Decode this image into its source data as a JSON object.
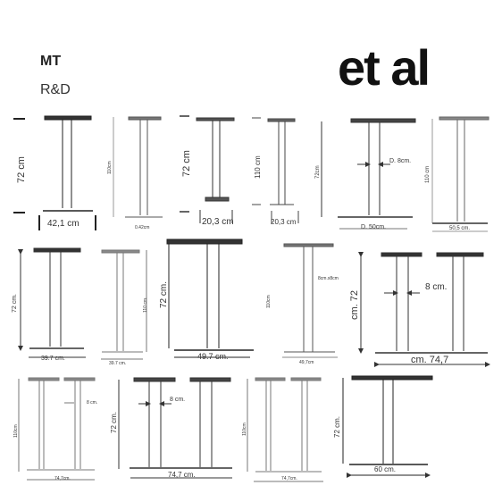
{
  "header": {
    "brand": "MT",
    "subtitle": "R&D",
    "logo": "et al"
  },
  "drawings": {
    "d1": {
      "height": "72 cm",
      "base": "42,1 cm"
    },
    "d2": {
      "height": "110cm",
      "base": "0.42cm"
    },
    "d3": {
      "height": "72 cm",
      "base": "20,3 cm"
    },
    "d4": {
      "height": "110 cm",
      "base": "20,3 cm"
    },
    "d5": {
      "height": "72cm",
      "base": "D. 50cm.",
      "column": "D. 8cm."
    },
    "d6": {
      "height": "110 cm",
      "base": "50,5 cm."
    },
    "d7": {
      "height": "72 cm.",
      "base": "39.7 cm."
    },
    "d8": {
      "height": "110 cm.",
      "base": "39.7 cm."
    },
    "d9": {
      "height": "72 cm.",
      "base": "49.7 cm."
    },
    "d10": {
      "height": "110cm",
      "base": "49,7cm",
      "column": "8cm.x8cm"
    },
    "d11": {
      "height": "cm. 72",
      "base": "cm. 74,7",
      "column": "8 cm."
    },
    "d12": {
      "height": "110cm",
      "base": "74,7cm.",
      "column": "8 cm."
    },
    "d13": {
      "height": "72 cm.",
      "base": "74,7 cm.",
      "column": "8 cm."
    },
    "d14": {
      "height": "110cm",
      "base": "74,7cm."
    },
    "d15": {
      "height": "72 cm.",
      "base": "60 cm."
    }
  }
}
